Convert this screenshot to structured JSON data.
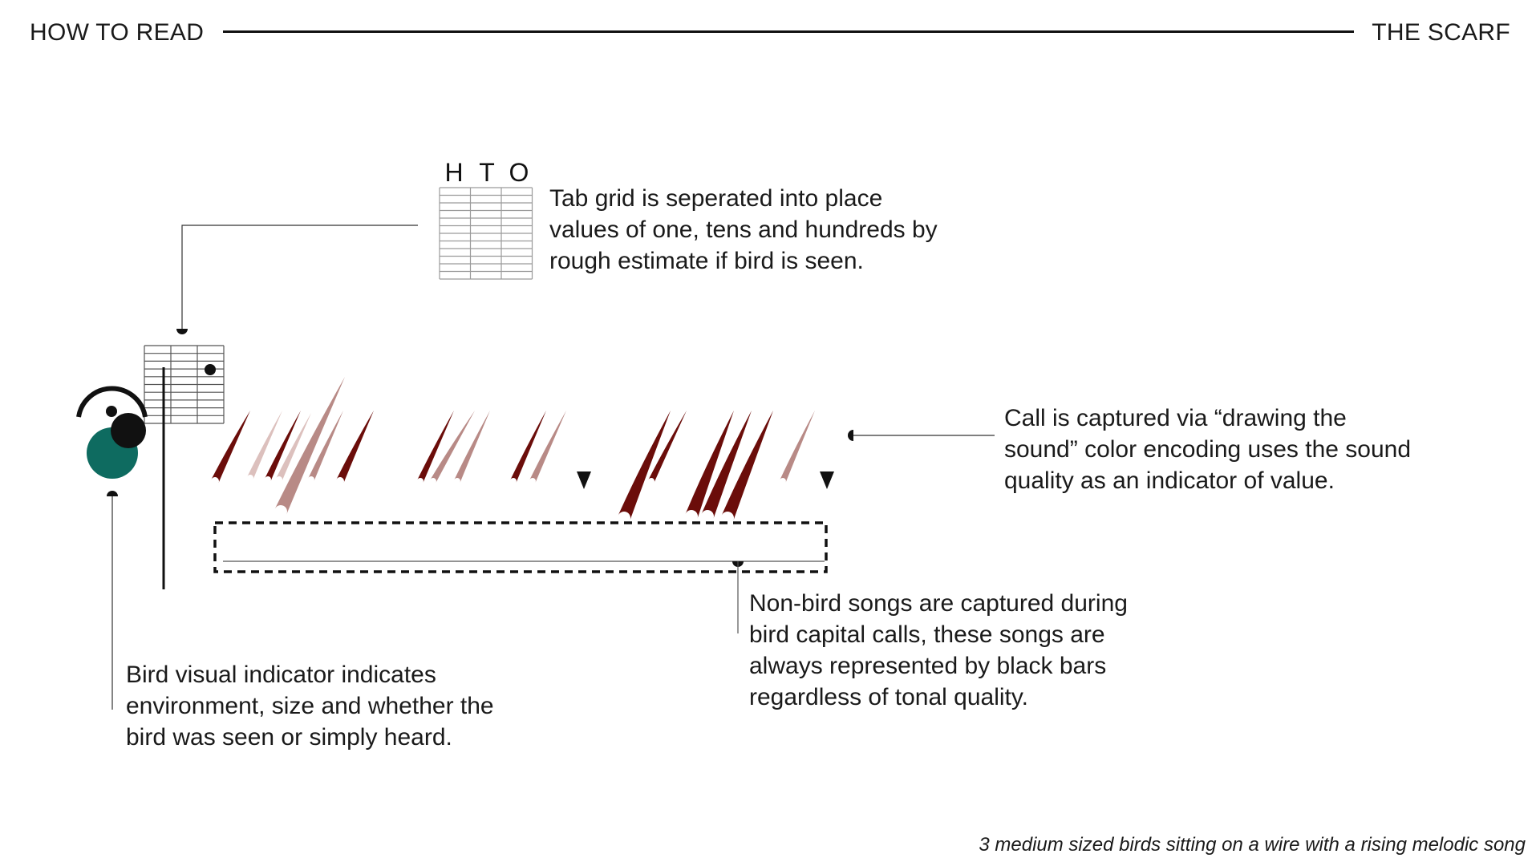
{
  "header": {
    "left_title": "HOW TO READ",
    "right_title": "THE SCARF"
  },
  "legend_grid": {
    "columns": [
      "H",
      "T",
      "O"
    ]
  },
  "notes": {
    "tab_grid": [
      "Tab grid is seperated into place",
      "values of one, tens and hundreds by",
      "rough estimate if bird is seen."
    ],
    "call": [
      "Call is captured via “drawing the",
      "sound” color encoding uses the sound",
      "quality as an indicator of value."
    ],
    "non_bird": [
      "Non-bird songs are captured during",
      "bird capital calls, these songs are",
      "always represented by black bars",
      "regardless of tonal quality."
    ],
    "bird_indicator": [
      "Bird visual indicator indicates",
      "environment, size and whether the",
      "bird was seen or simply heard."
    ]
  },
  "caption": "3 medium sized birds sitting on a wire with a rising melodic song",
  "colors": {
    "dark_stroke": "#6b0d0a",
    "mid_stroke": "#b88a86",
    "light_stroke": "#dcc0bd",
    "bird_circle": "#0e6b60",
    "ink": "#111111"
  }
}
